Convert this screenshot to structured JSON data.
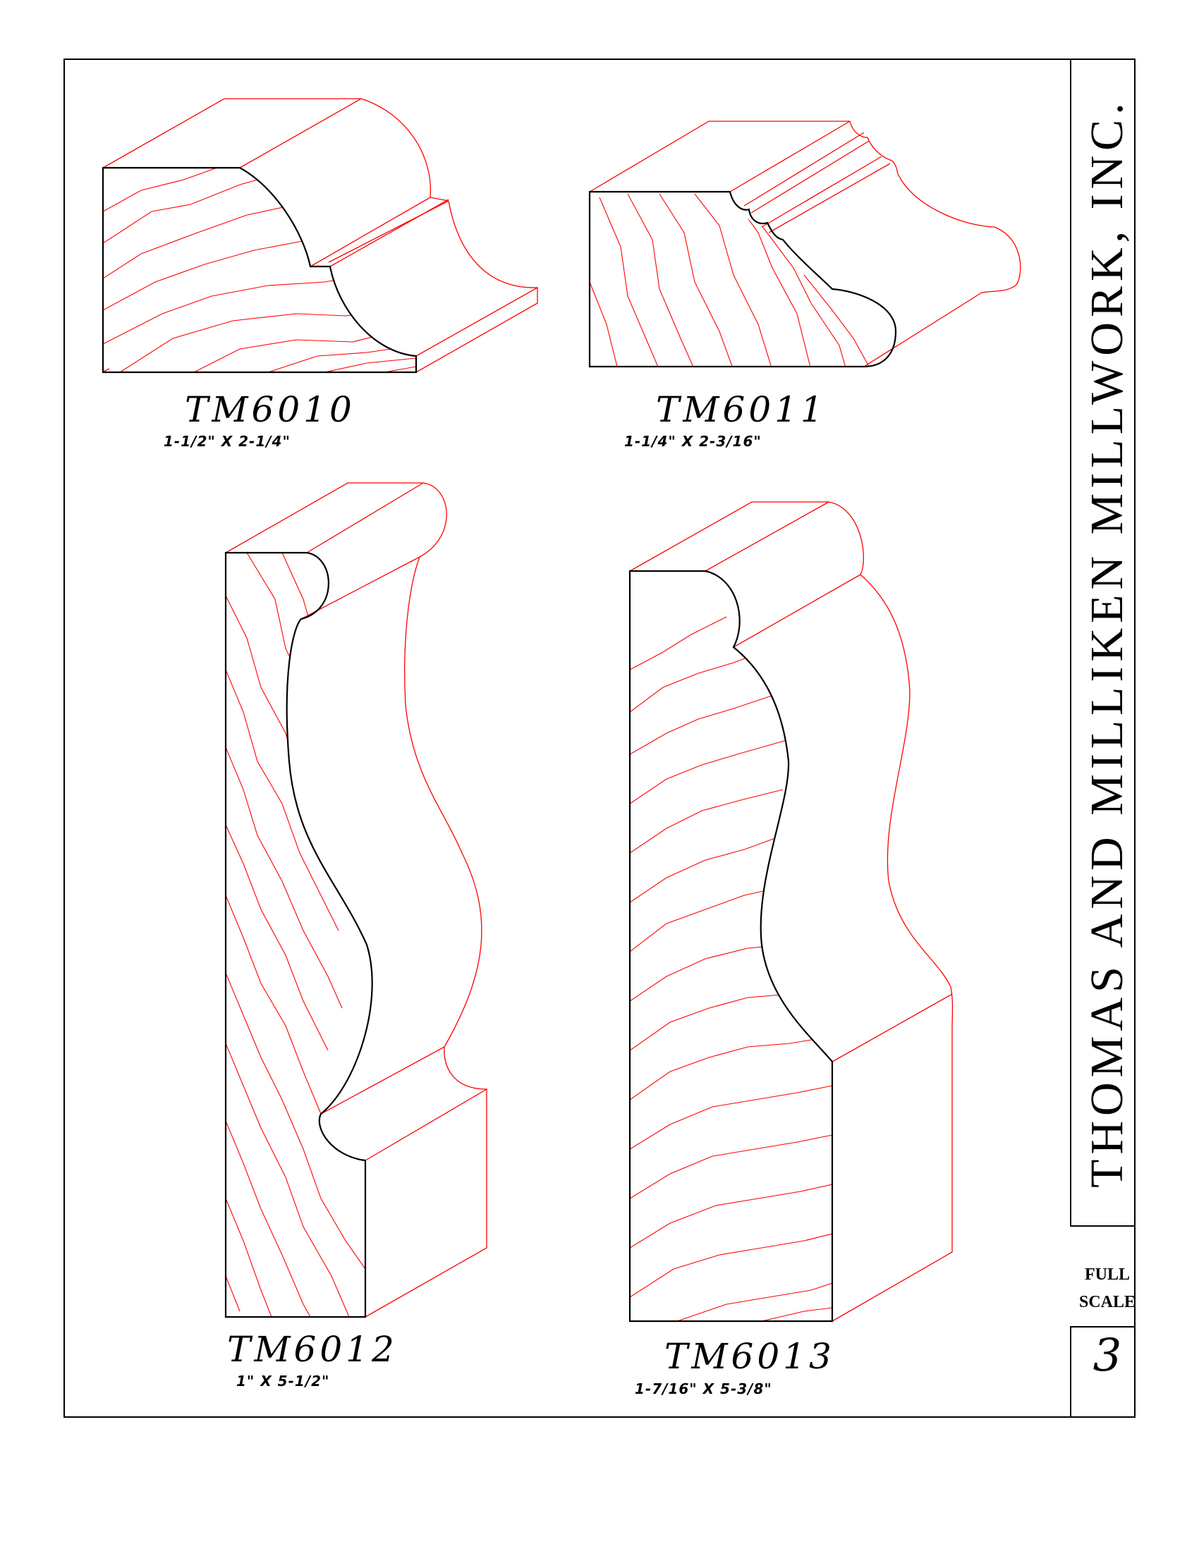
{
  "sheet": {
    "company": "THOMAS AND MILLIKEN MILLWORK, INC.",
    "scale_line1": "FULL",
    "scale_line2": "SCALE",
    "page_number": "3"
  },
  "profiles": [
    {
      "model": "TM6010",
      "dimensions": "1-1/2\"  X  2-1/4\""
    },
    {
      "model": "TM6011",
      "dimensions": "1-1/4\"  X  2-3/16\""
    },
    {
      "model": "TM6012",
      "dimensions": "1\"  X  5-1/2\""
    },
    {
      "model": "TM6013",
      "dimensions": "1-7/16\"  X  5-3/8\""
    }
  ],
  "colors": {
    "outline": "#000000",
    "projection": "#ff0000",
    "background": "#ffffff"
  }
}
